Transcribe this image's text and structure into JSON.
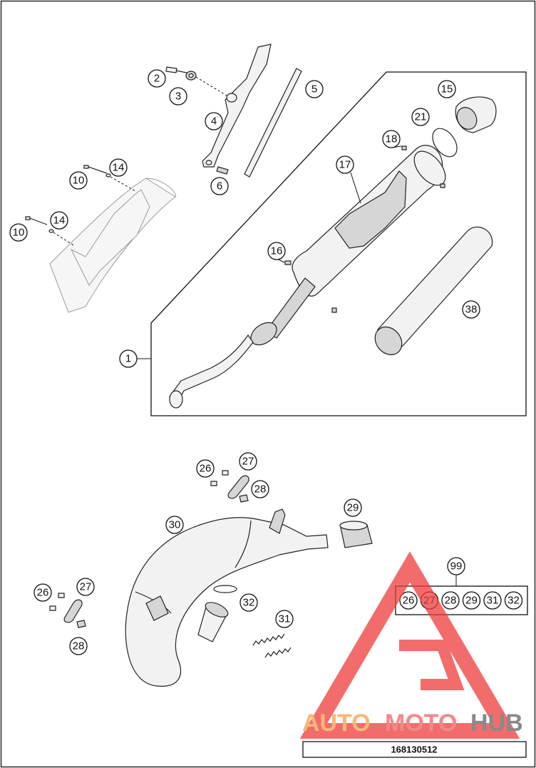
{
  "callouts": {
    "c1": "1",
    "c2": "2",
    "c3": "3",
    "c4": "4",
    "c5": "5",
    "c6": "6",
    "c10a": "10",
    "c10b": "10",
    "c14a": "14",
    "c14b": "14",
    "c15": "15",
    "c16": "16",
    "c17": "17",
    "c18": "18",
    "c21": "21",
    "c38": "38",
    "c26a": "26",
    "c27a": "27",
    "c28a": "28",
    "c26b": "26",
    "c27b": "27",
    "c28b": "28",
    "c29": "29",
    "c30": "30",
    "c31": "31",
    "c32": "32",
    "c99": "99"
  },
  "kit_99": [
    "26",
    "27",
    "28",
    "29",
    "31",
    "32"
  ],
  "diagram_code": "168130512",
  "watermark": {
    "word_auto": "AUTO",
    "word_moto": "MOTO",
    "word_hub": "HUB",
    "color_auto": "#f7b77a",
    "color_moto": "#f08a8a",
    "color_hub": "#8a8a8a",
    "logo_color": "#ee3b3b"
  }
}
